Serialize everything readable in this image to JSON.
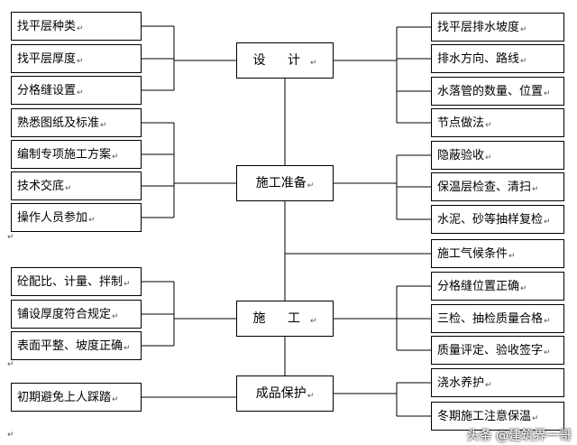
{
  "diagram": {
    "centers": [
      {
        "id": "design",
        "label": "设 计"
      },
      {
        "id": "prep",
        "label": "施工准备"
      },
      {
        "id": "construct",
        "label": "施 工"
      },
      {
        "id": "protect",
        "label": "成品保护"
      }
    ],
    "left": {
      "design": [
        "找平层种类",
        "找平层厚度",
        "分格缝设置"
      ],
      "prep": [
        "熟悉图纸及标准",
        "编制专项施工方案",
        "技术交底",
        "操作人员参加"
      ],
      "construct": [
        "砼配比、计量、拌制",
        "铺设厚度符合规定",
        "表面平整、坡度正确"
      ],
      "protect": [
        "初期避免上人踩踏"
      ]
    },
    "right": {
      "design": [
        "找平层排水坡度",
        "排水方向、路线",
        "水落管的数量、位置",
        "节点做法"
      ],
      "prep": [
        "隐蔽验收",
        "保温层检查、清扫",
        "水泥、砂等抽样复检",
        "施工气候条件"
      ],
      "construct": [
        "分格缝位置正确",
        "三检、抽检质量合格",
        "质量评定、验收签字"
      ],
      "protect": [
        "浇水养护",
        "冬期施工注意保温"
      ]
    },
    "return_mark": "↵",
    "watermark": "头条 @建筑界一哥"
  }
}
